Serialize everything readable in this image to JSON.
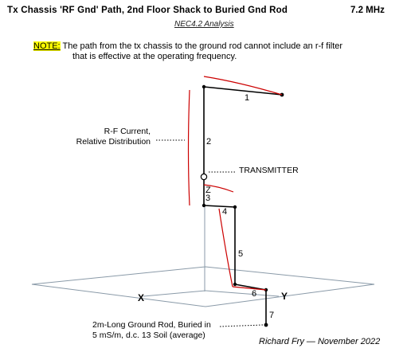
{
  "header": {
    "title": "Tx Chassis 'RF Gnd' Path, 2nd Floor Shack to Buried Gnd Rod",
    "frequency": "7.2 MHz",
    "subtitle": "NEC4.2  Analysis"
  },
  "note": {
    "label": "NOTE:",
    "line1": "The path from the tx chassis to the ground rod cannot include an r-f filter",
    "line2": "that is effective at the operating frequency."
  },
  "labels": {
    "rf_current_line1": "R-F  Current,",
    "rf_current_line2": "Relative Distribution",
    "transmitter": "TRANSMITTER",
    "rod_line1": "2m-Long Ground Rod, Buried in",
    "rod_line2": "5 mS/m, d.c. 13 Soil (average)"
  },
  "segments": [
    "1",
    "2",
    "3",
    "4",
    "5",
    "6",
    "7",
    "Z"
  ],
  "axes": {
    "x": "X",
    "y": "Y"
  },
  "credit": "Richard Fry — November 2022",
  "colors": {
    "wire": "#000000",
    "current": "#cc0000",
    "ground_plane": "#8a9aa8"
  }
}
